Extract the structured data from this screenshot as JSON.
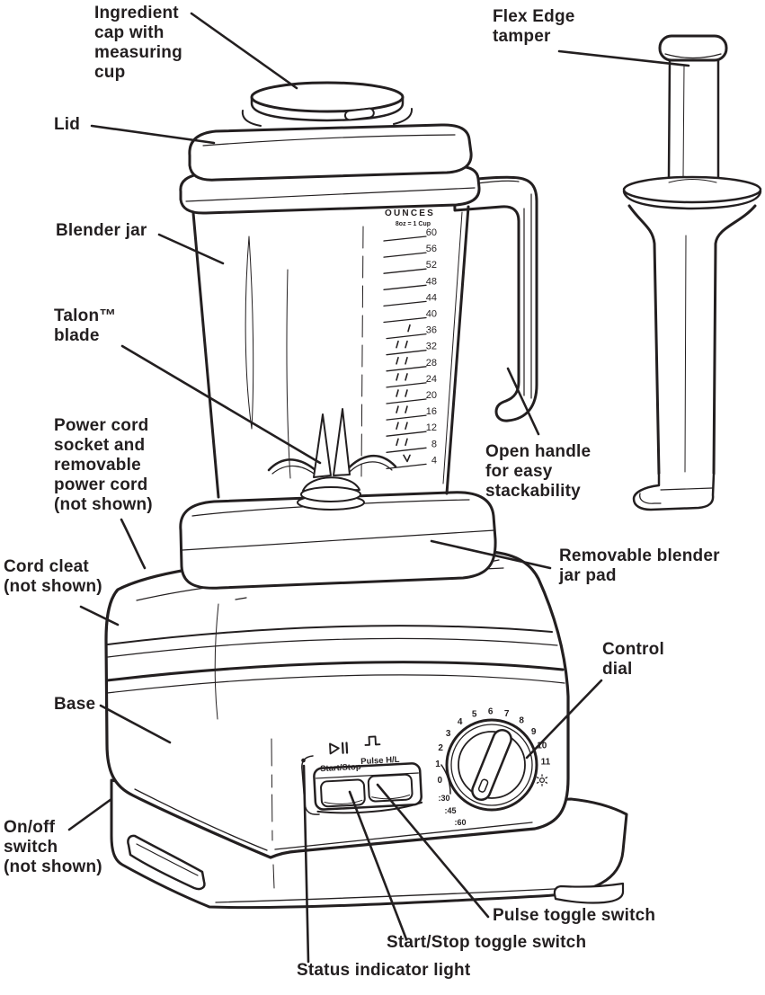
{
  "figure": {
    "type": "labeled-diagram",
    "subject": "High-performance blender parts diagram",
    "ink_color": "#231f20",
    "background": "#ffffff"
  },
  "labels": {
    "ingredient_cap": "Ingredient\ncap with\nmeasuring\ncup",
    "flex_edge_tamper": "Flex Edge\ntamper",
    "lid": "Lid",
    "blender_jar": "Blender jar",
    "talon_blade": "Talon™\nblade",
    "power_cord": "Power cord\nsocket and\nremovable\npower cord\n(not shown)",
    "cord_cleat": "Cord cleat\n(not shown)",
    "base": "Base",
    "on_off_switch": "On/off\nswitch\n(not shown)",
    "open_handle": "Open handle\nfor easy\nstackability",
    "jar_pad": "Removable blender\njar pad",
    "control_dial": "Control\ndial",
    "pulse_toggle": "Pulse toggle switch",
    "start_stop_toggle": "Start/Stop toggle switch",
    "status_light": "Status indicator light"
  },
  "jar_scale": {
    "title": "OUNCES",
    "subtitle": "8oz = 1 Cup",
    "values": [
      60,
      56,
      52,
      48,
      44,
      40,
      36,
      32,
      28,
      24,
      20,
      16,
      12,
      8,
      4
    ]
  },
  "control_panel": {
    "start_stop_label": "Start/Stop",
    "pulse_label": "Pulse H/L",
    "icons": [
      "play-pause-icon",
      "pulse-icon",
      "status-indicator-dot"
    ]
  },
  "dial": {
    "numbers": [
      "0",
      "1",
      "2",
      "3",
      "4",
      "5",
      "6",
      "7",
      "8",
      "9",
      "10",
      "11"
    ],
    "times": [
      ":30",
      ":45",
      ":60"
    ],
    "icon": "gear-icon"
  }
}
